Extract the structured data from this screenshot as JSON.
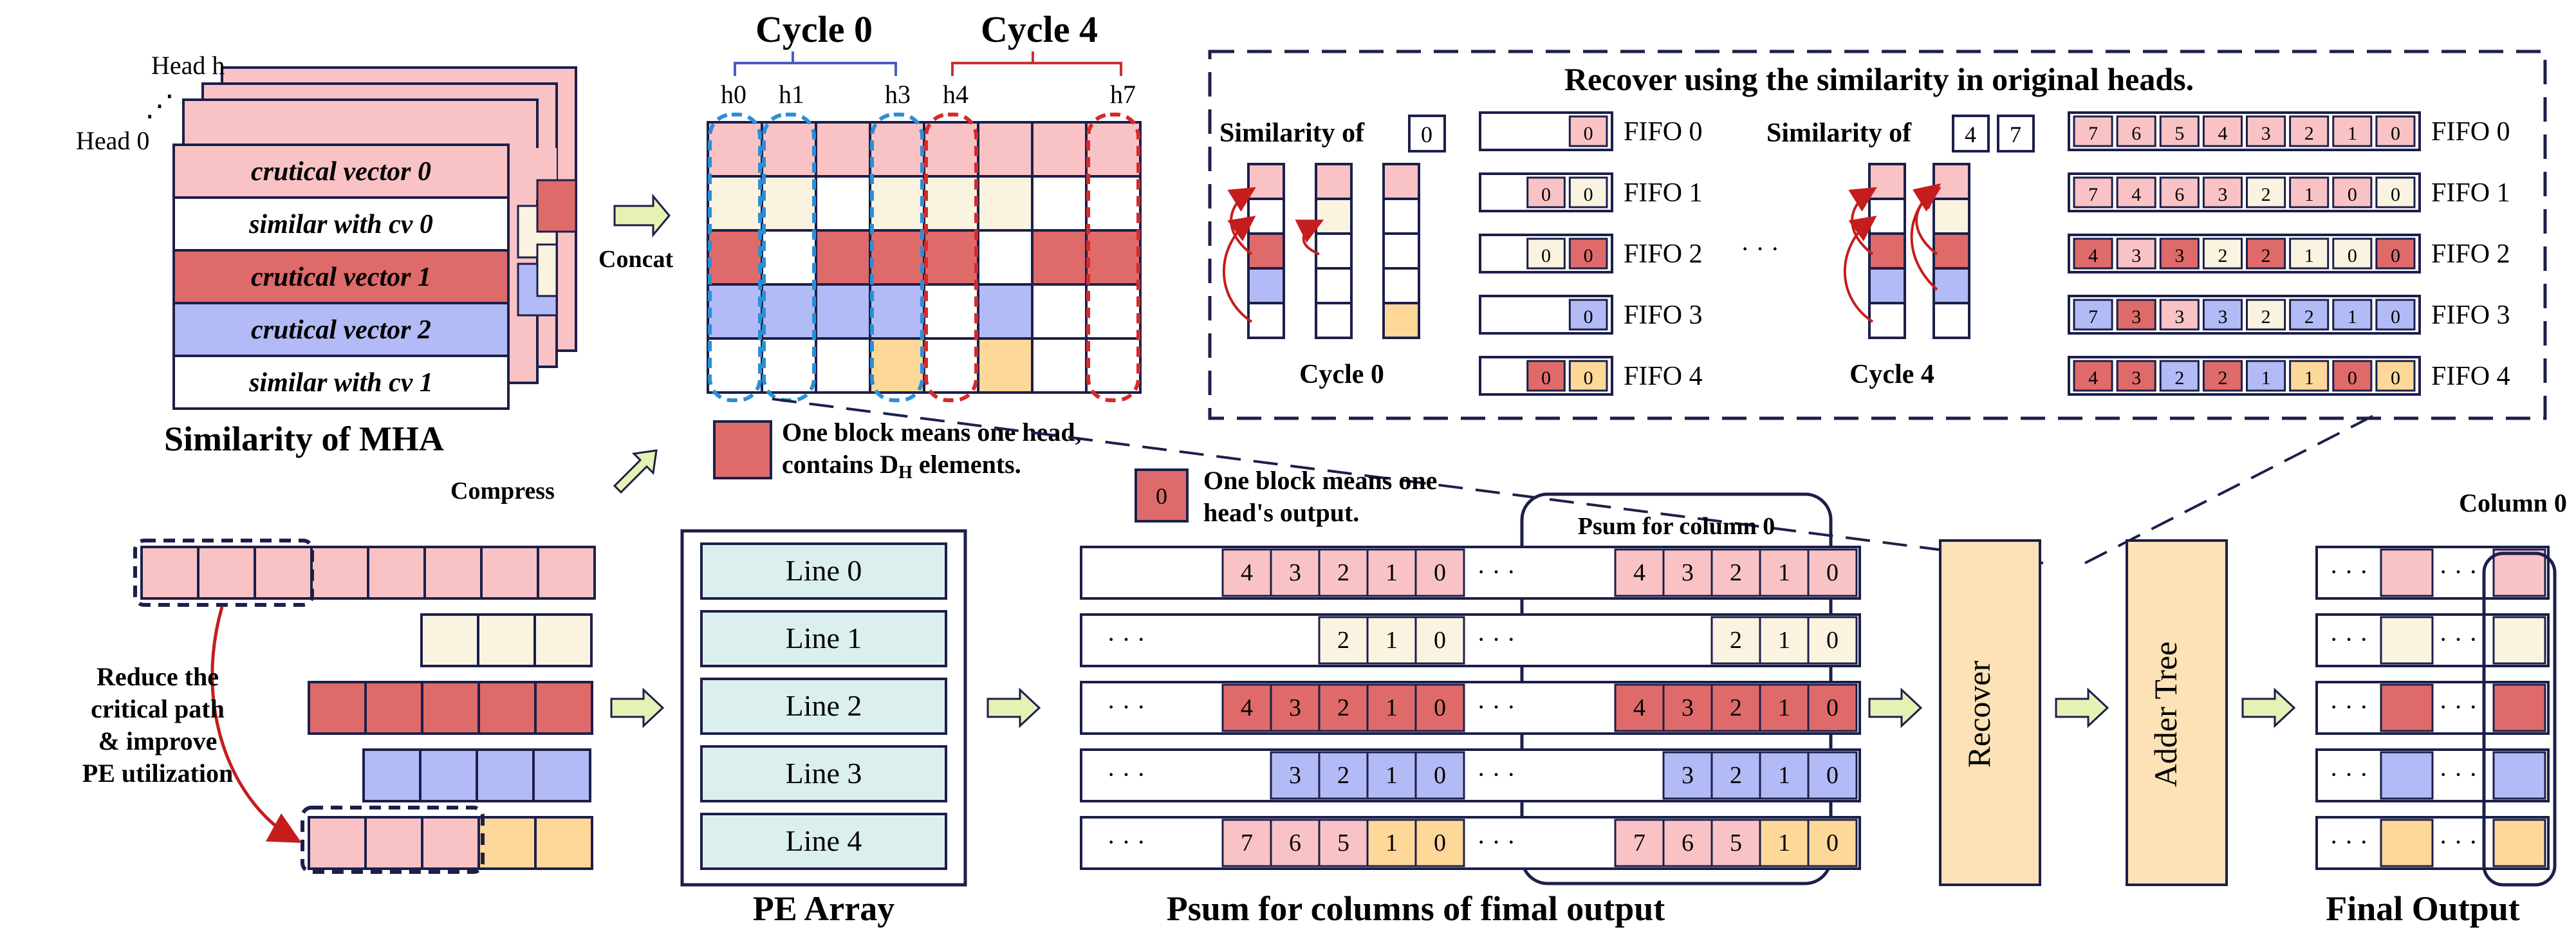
{
  "colors": {
    "pink": "#f9c3c6",
    "cream": "#faf3e0",
    "red": "#df6a6a",
    "blue": "#b3bbf6",
    "orange": "#fdd898",
    "pe_line": "#dcefef",
    "recover_box": "#fce2b6",
    "arrow_fill": "#e6f2b3",
    "navy": "#1c1f4a",
    "dashed_blue": "#2a8fd6",
    "dashed_red": "#d62a2a",
    "bracket_blue": "#4a5ac8",
    "bracket_red": "#c33333"
  },
  "mha": {
    "head_h": "Head h",
    "head_0": "Head 0",
    "dots": "⋰",
    "rows": [
      "crutical vector 0",
      "similar with cv 0",
      "crutical vector 1",
      "crutical vector 2",
      "similar with cv 1"
    ],
    "title": "Similarity of  MHA"
  },
  "labels": {
    "concat": "Concat",
    "compress": "Compress",
    "cycle0": "Cycle 0",
    "cycle4": "Cycle 4",
    "heads": [
      "h0",
      "h1",
      "h3",
      "h4",
      "h7"
    ],
    "legend_block_line1": "One block means one head,",
    "legend_block_line2a": "contains D",
    "legend_block_sub": "H",
    "legend_block_line2b": " elements.",
    "legend_out_num": "0",
    "legend_out_line1": "One block means one",
    "legend_out_line2": "head's output.",
    "reduce": [
      "Reduce the",
      "critical path",
      "& improve",
      "PE utilization"
    ]
  },
  "recover_panel": {
    "title": "Recover using the similarity in original heads.",
    "similarity_of": "Similarity of",
    "sim_c0": [
      "0"
    ],
    "sim_c4": [
      "4",
      "7"
    ],
    "cycle0": "Cycle 0",
    "cycle4": "Cycle 4",
    "dots": "· · ·",
    "fifo_names": [
      "FIFO 0",
      "FIFO 1",
      "FIFO 2",
      "FIFO 3",
      "FIFO 4"
    ],
    "fifo_c0": [
      [
        {
          "v": "0",
          "c": "pink"
        }
      ],
      [
        {
          "v": "0",
          "c": "pink"
        },
        {
          "v": "0",
          "c": "cream"
        }
      ],
      [
        {
          "v": "0",
          "c": "cream"
        },
        {
          "v": "0",
          "c": "red"
        }
      ],
      [
        {
          "v": "0",
          "c": "blue"
        }
      ],
      [
        {
          "v": "0",
          "c": "red"
        },
        {
          "v": "0",
          "c": "orange"
        }
      ]
    ],
    "fifo_c4": [
      [
        {
          "v": "7",
          "c": "pink"
        },
        {
          "v": "6",
          "c": "pink"
        },
        {
          "v": "5",
          "c": "pink"
        },
        {
          "v": "4",
          "c": "pink"
        },
        {
          "v": "3",
          "c": "pink"
        },
        {
          "v": "2",
          "c": "pink"
        },
        {
          "v": "1",
          "c": "pink"
        },
        {
          "v": "0",
          "c": "pink"
        }
      ],
      [
        {
          "v": "7",
          "c": "pink"
        },
        {
          "v": "4",
          "c": "pink"
        },
        {
          "v": "6",
          "c": "pink"
        },
        {
          "v": "3",
          "c": "pink"
        },
        {
          "v": "2",
          "c": "cream"
        },
        {
          "v": "1",
          "c": "pink"
        },
        {
          "v": "0",
          "c": "pink"
        },
        {
          "v": "0",
          "c": "cream"
        }
      ],
      [
        {
          "v": "4",
          "c": "red"
        },
        {
          "v": "3",
          "c": "pink"
        },
        {
          "v": "3",
          "c": "red"
        },
        {
          "v": "2",
          "c": "cream"
        },
        {
          "v": "2",
          "c": "red"
        },
        {
          "v": "1",
          "c": "cream"
        },
        {
          "v": "0",
          "c": "cream"
        },
        {
          "v": "0",
          "c": "red"
        }
      ],
      [
        {
          "v": "7",
          "c": "blue"
        },
        {
          "v": "3",
          "c": "red"
        },
        {
          "v": "3",
          "c": "pink"
        },
        {
          "v": "3",
          "c": "blue"
        },
        {
          "v": "2",
          "c": "cream"
        },
        {
          "v": "2",
          "c": "blue"
        },
        {
          "v": "1",
          "c": "blue"
        },
        {
          "v": "0",
          "c": "blue"
        }
      ],
      [
        {
          "v": "4",
          "c": "red"
        },
        {
          "v": "3",
          "c": "red"
        },
        {
          "v": "2",
          "c": "blue"
        },
        {
          "v": "2",
          "c": "red"
        },
        {
          "v": "1",
          "c": "blue"
        },
        {
          "v": "1",
          "c": "orange"
        },
        {
          "v": "0",
          "c": "red"
        },
        {
          "v": "0",
          "c": "orange"
        }
      ]
    ]
  },
  "pe_array": {
    "lines": [
      "Line 0",
      "Line 1",
      "Line 2",
      "Line 3",
      "Line 4"
    ],
    "title": "PE Array"
  },
  "psum": {
    "title": "Psum for columns of fimal output",
    "col0_label": "Psum for column 0",
    "ellipsis": "· · ·",
    "rows": [
      {
        "left_dots": false,
        "cells": [
          {
            "v": "4",
            "c": "pink"
          },
          {
            "v": "3",
            "c": "pink"
          },
          {
            "v": "2",
            "c": "pink"
          },
          {
            "v": "1",
            "c": "pink"
          },
          {
            "v": "0",
            "c": "pink"
          }
        ]
      },
      {
        "left_dots": true,
        "cells": [
          {
            "v": "2",
            "c": "cream"
          },
          {
            "v": "1",
            "c": "cream"
          },
          {
            "v": "0",
            "c": "cream"
          }
        ]
      },
      {
        "left_dots": true,
        "cells": [
          {
            "v": "4",
            "c": "red"
          },
          {
            "v": "3",
            "c": "red"
          },
          {
            "v": "2",
            "c": "red"
          },
          {
            "v": "1",
            "c": "red"
          },
          {
            "v": "0",
            "c": "red"
          }
        ]
      },
      {
        "left_dots": true,
        "cells": [
          {
            "v": "3",
            "c": "blue"
          },
          {
            "v": "2",
            "c": "blue"
          },
          {
            "v": "1",
            "c": "blue"
          },
          {
            "v": "0",
            "c": "blue"
          }
        ]
      },
      {
        "left_dots": true,
        "cells": [
          {
            "v": "7",
            "c": "pink"
          },
          {
            "v": "6",
            "c": "pink"
          },
          {
            "v": "5",
            "c": "pink"
          },
          {
            "v": "1",
            "c": "orange"
          },
          {
            "v": "0",
            "c": "orange"
          }
        ]
      }
    ]
  },
  "pipeline": {
    "recover": "Recover",
    "adder_tree": "Adder Tree",
    "final_output": "Final Output",
    "column0": "Column 0",
    "final_rows": [
      {
        "left": "pink",
        "right": "pink"
      },
      {
        "left": "cream",
        "right": "cream"
      },
      {
        "left": "red",
        "right": "red"
      },
      {
        "left": "blue",
        "right": "blue"
      },
      {
        "left": "orange",
        "right": "orange"
      }
    ]
  }
}
